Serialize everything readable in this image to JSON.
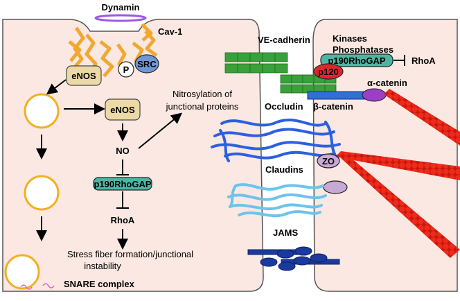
{
  "labels": {
    "dynamin": "Dynamin",
    "cav1": "Cav-1",
    "enos_top": "eNOS",
    "p": "P",
    "src": "SRC",
    "enos_mid": "eNOS",
    "no": "NO",
    "p190_left": "p190RhoGAP",
    "rhoa_left": "RhoA",
    "nitrosylation_1": "Nitrosylation of",
    "nitrosylation_2": "junctional proteins",
    "stress_1": "Stress fiber formation/junctional",
    "stress_2": "instability",
    "snare": "SNARE complex",
    "ve_cadherin": "VE-cadherin",
    "kinases": "Kinases",
    "phosphatases": "Phosphatases",
    "p190_right": "p190RhoGAP",
    "rhoa_right": "RhoA",
    "p120": "p120",
    "alpha_catenin": "α-catenin",
    "occludin": "Occludin",
    "beta_catenin": "β-catenin",
    "zo": "ZO",
    "claudins": "Claudins",
    "jams": "JAMS"
  },
  "colors": {
    "cell": "#fbe8e2",
    "cell_border": "#555555",
    "caveolin": "#f0a830",
    "vesicle": "#f0b020",
    "dynamin": "#9b59e6",
    "enos_fill": "#ecd9a6",
    "src_fill": "#6f97d6",
    "p190_fill": "#4fb5a3",
    "p120_fill": "#e0262c",
    "alpha_fill": "#9b3fc6",
    "beta_fill": "#2f6fd6",
    "cadherin": "#3aa03a",
    "occludin": "#2d5fe0",
    "claudins": "#6cc3ee",
    "jams": "#1a3aa0",
    "zo_fill": "#c8a8d4",
    "actin": "#ee2a1a"
  }
}
